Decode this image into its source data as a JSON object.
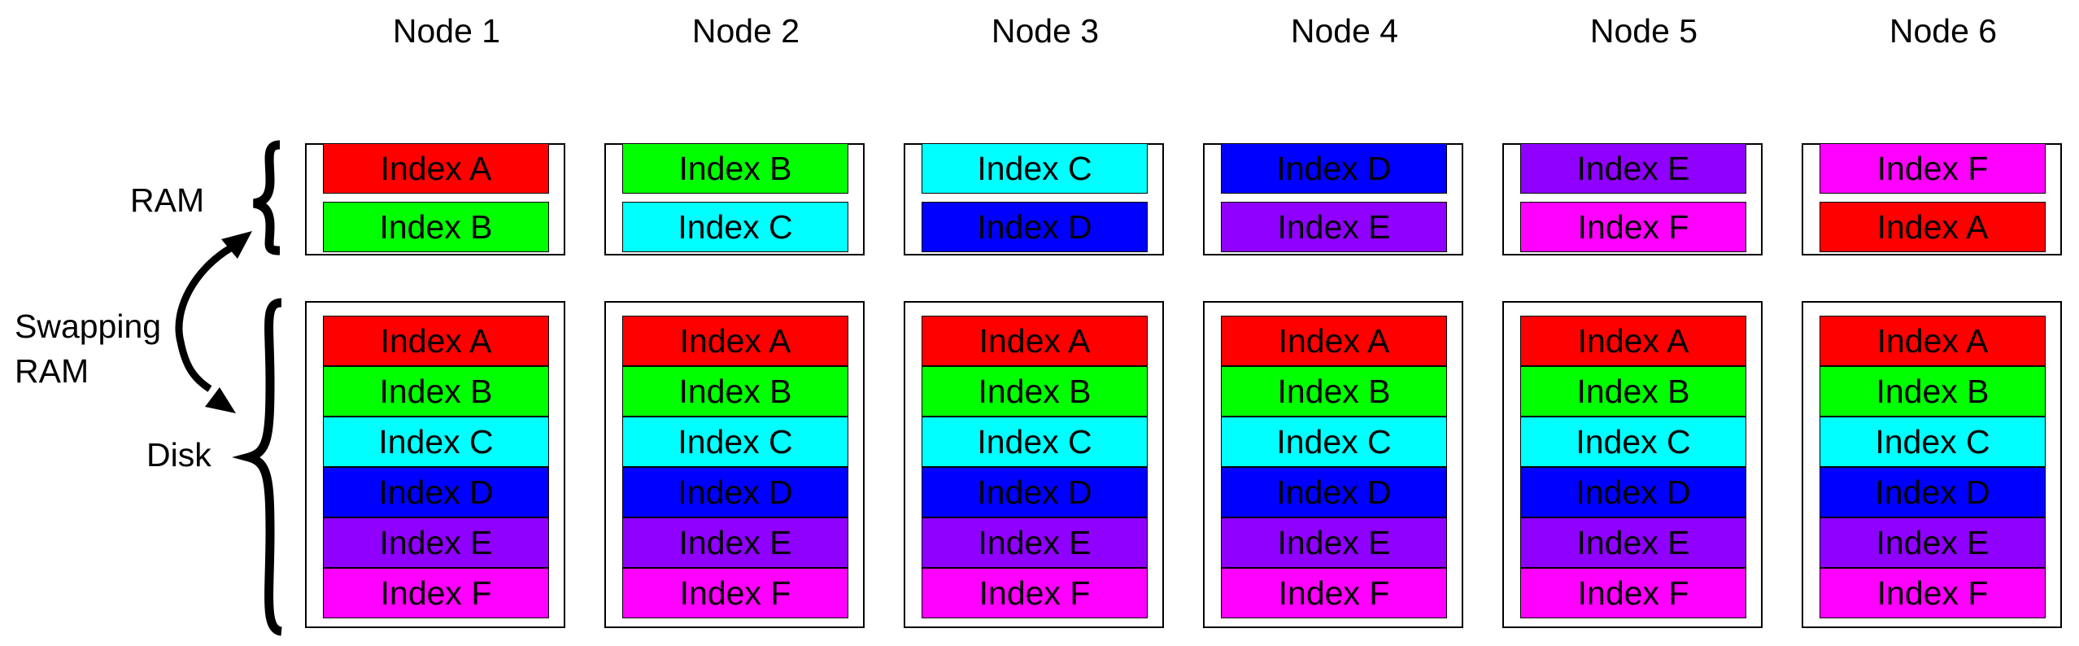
{
  "nodes": [
    {
      "title": "Node 1",
      "ram": [
        {
          "label": "Index A",
          "color": "#ff0000"
        },
        {
          "label": "Index B",
          "color": "#00ff00"
        }
      ],
      "disk": [
        {
          "label": "Index A",
          "color": "#ff0000"
        },
        {
          "label": "Index B",
          "color": "#00ff00"
        },
        {
          "label": "Index C",
          "color": "#00ffff"
        },
        {
          "label": "Index D",
          "color": "#0000ff"
        },
        {
          "label": "Index E",
          "color": "#8f00ff"
        },
        {
          "label": "Index F",
          "color": "#ff00ff"
        }
      ]
    },
    {
      "title": "Node 2",
      "ram": [
        {
          "label": "Index B",
          "color": "#00ff00"
        },
        {
          "label": "Index C",
          "color": "#00ffff"
        }
      ],
      "disk": [
        {
          "label": "Index A",
          "color": "#ff0000"
        },
        {
          "label": "Index B",
          "color": "#00ff00"
        },
        {
          "label": "Index C",
          "color": "#00ffff"
        },
        {
          "label": "Index D",
          "color": "#0000ff"
        },
        {
          "label": "Index E",
          "color": "#8f00ff"
        },
        {
          "label": "Index F",
          "color": "#ff00ff"
        }
      ]
    },
    {
      "title": "Node 3",
      "ram": [
        {
          "label": "Index C",
          "color": "#00ffff"
        },
        {
          "label": "Index D",
          "color": "#0000ff"
        }
      ],
      "disk": [
        {
          "label": "Index A",
          "color": "#ff0000"
        },
        {
          "label": "Index B",
          "color": "#00ff00"
        },
        {
          "label": "Index C",
          "color": "#00ffff"
        },
        {
          "label": "Index D",
          "color": "#0000ff"
        },
        {
          "label": "Index E",
          "color": "#8f00ff"
        },
        {
          "label": "Index F",
          "color": "#ff00ff"
        }
      ]
    },
    {
      "title": "Node 4",
      "ram": [
        {
          "label": "Index D",
          "color": "#0000ff"
        },
        {
          "label": "Index E",
          "color": "#8f00ff"
        }
      ],
      "disk": [
        {
          "label": "Index A",
          "color": "#ff0000"
        },
        {
          "label": "Index B",
          "color": "#00ff00"
        },
        {
          "label": "Index C",
          "color": "#00ffff"
        },
        {
          "label": "Index D",
          "color": "#0000ff"
        },
        {
          "label": "Index E",
          "color": "#8f00ff"
        },
        {
          "label": "Index F",
          "color": "#ff00ff"
        }
      ]
    },
    {
      "title": "Node 5",
      "ram": [
        {
          "label": "Index E",
          "color": "#8f00ff"
        },
        {
          "label": "Index F",
          "color": "#ff00ff"
        }
      ],
      "disk": [
        {
          "label": "Index A",
          "color": "#ff0000"
        },
        {
          "label": "Index B",
          "color": "#00ff00"
        },
        {
          "label": "Index C",
          "color": "#00ffff"
        },
        {
          "label": "Index D",
          "color": "#0000ff"
        },
        {
          "label": "Index E",
          "color": "#8f00ff"
        },
        {
          "label": "Index F",
          "color": "#ff00ff"
        }
      ]
    },
    {
      "title": "Node 6",
      "ram": [
        {
          "label": "Index F",
          "color": "#ff00ff"
        },
        {
          "label": "Index A",
          "color": "#ff0000"
        }
      ],
      "disk": [
        {
          "label": "Index A",
          "color": "#ff0000"
        },
        {
          "label": "Index B",
          "color": "#00ff00"
        },
        {
          "label": "Index C",
          "color": "#00ffff"
        },
        {
          "label": "Index D",
          "color": "#0000ff"
        },
        {
          "label": "Index E",
          "color": "#8f00ff"
        },
        {
          "label": "Index F",
          "color": "#ff00ff"
        }
      ]
    }
  ],
  "labels": {
    "ram": "RAM",
    "disk": "Disk",
    "swapping_line1": "Swapping",
    "swapping_line2": "RAM"
  },
  "icons": {
    "ram_brace": "left-curly-brace-icon",
    "disk_brace": "left-curly-brace-icon",
    "swap_arrow": "double-headed-curved-arrow-icon"
  }
}
